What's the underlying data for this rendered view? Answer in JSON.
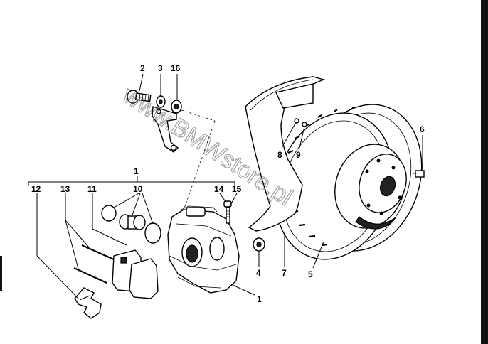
{
  "callouts": {
    "c1_top": "1",
    "c1_bottom": "1",
    "c2": "2",
    "c3": "3",
    "c4": "4",
    "c5": "5",
    "c6": "6",
    "c7": "7",
    "c8": "8",
    "c9": "9",
    "c10": "10",
    "c11": "11",
    "c12": "12",
    "c13": "13",
    "c14": "14",
    "c15": "15",
    "c16": "16"
  },
  "watermark": "www.BMWstore.pl"
}
